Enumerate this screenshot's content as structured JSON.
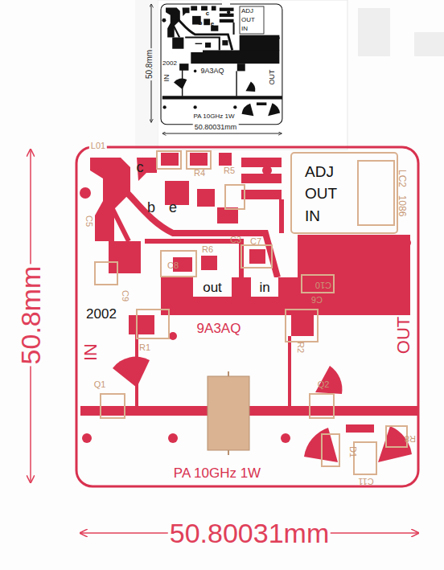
{
  "diagram": {
    "nodes": [
      {
        "text": [
          "ADJ",
          "OUT",
          "IN"
        ]
      },
      {
        "text": [
          "ADJ",
          "OUT",
          "IN"
        ]
      }
    ],
    "labels": [
      "50.8mm",
      "50.80031mm",
      "c",
      "b",
      "e",
      "out",
      "in",
      "2002",
      "IN",
      "9A3AQ",
      "OUT",
      "PA 10GHz 1W",
      "50.8mm",
      "50.80031mm",
      "c",
      "b",
      "e",
      "out",
      "in",
      "2002",
      "IN",
      "9A3AQ",
      "OUT",
      "PA 10GHz 1W",
      "L01",
      "R4",
      "R5",
      "C5",
      "C3",
      "R6",
      "C7",
      "C8",
      "C10",
      "C6",
      "R1",
      "C9",
      "R2",
      "Q1",
      "Q2",
      "LC2",
      "1086",
      "R8",
      "C11",
      "D1"
    ]
  }
}
